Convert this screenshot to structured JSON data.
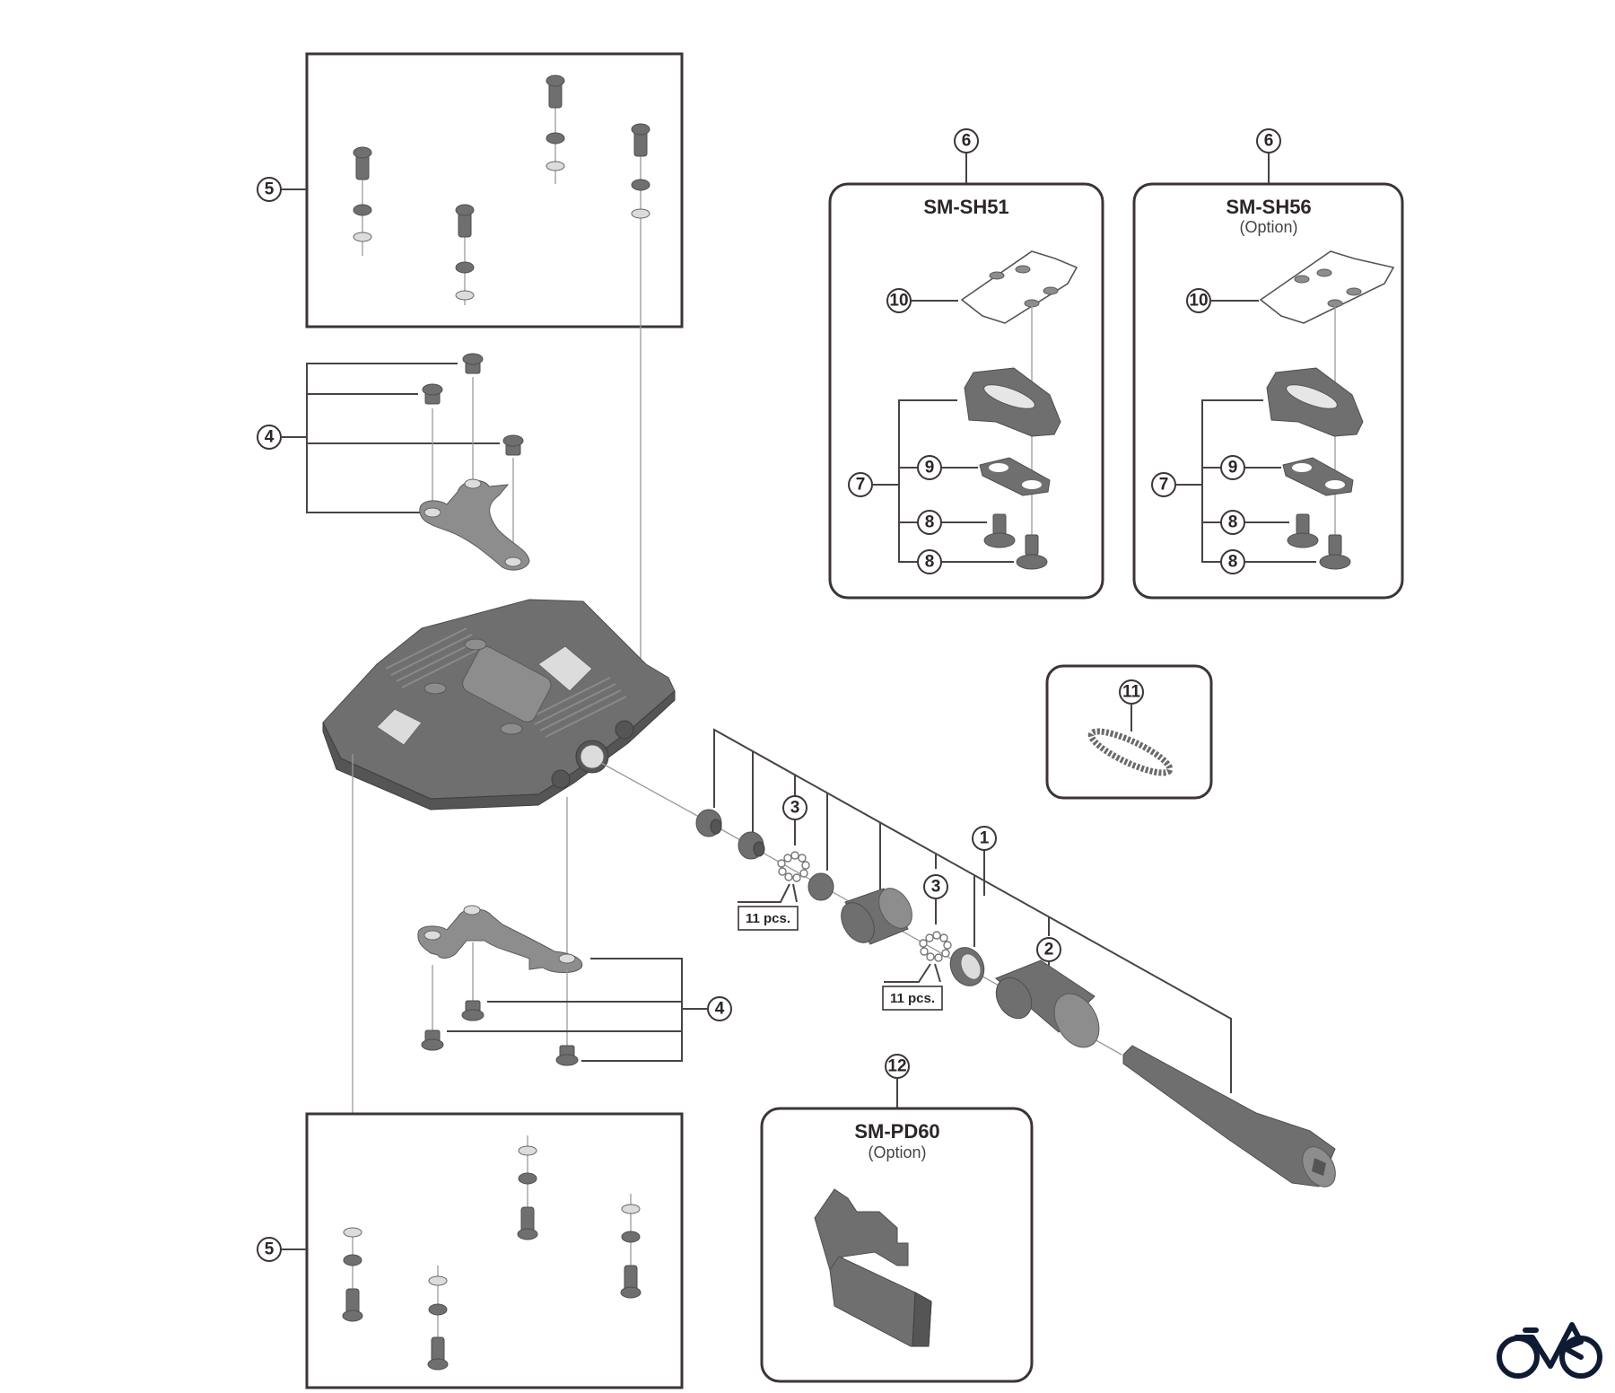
{
  "diagram": {
    "title": "Pedal exploded view (SPD)",
    "callouts": {
      "c1": "1",
      "c2": "2",
      "c3a": "3",
      "c3b": "3",
      "c4_upper": "4",
      "c4_lower": "4",
      "c5_upper": "5",
      "c5_lower": "5",
      "c6_sh51": "6",
      "c6_sh56": "6",
      "c7_sh51": "7",
      "c7_sh56": "7",
      "c8a_sh51": "8",
      "c8b_sh51": "8",
      "c8a_sh56": "8",
      "c8b_sh56": "8",
      "c9_sh51": "9",
      "c9_sh56": "9",
      "c10_sh51": "10",
      "c10_sh56": "10",
      "c11": "11",
      "c12": "12"
    },
    "quantities": {
      "balls_a": "11 pcs.",
      "balls_b": "11 pcs."
    },
    "kits": {
      "sh51": {
        "title": "SM-SH51",
        "subtitle": ""
      },
      "sh56": {
        "title": "SM-SH56",
        "subtitle": "(Option)"
      },
      "pd60": {
        "title": "SM-PD60",
        "subtitle": "(Option)"
      }
    },
    "logo": "bicycle-logo"
  }
}
